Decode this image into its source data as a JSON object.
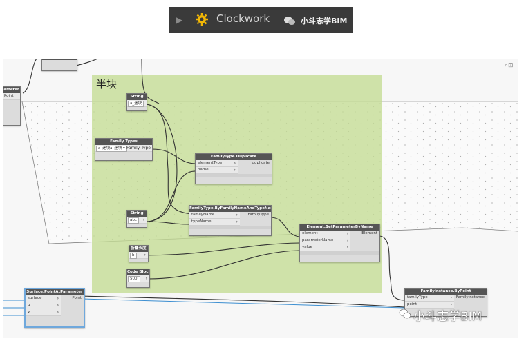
{
  "topbar": {
    "app_title": "Clockwork",
    "brand": "小斗志学BIM",
    "play_icon": "play-icon",
    "gear_icon": "gear-icon",
    "wechat_icon": "wechat-icon"
  },
  "group": {
    "title": "半块"
  },
  "nodes": {
    "partial_top": {
      "title": "",
      "output": ""
    },
    "left_point_node": {
      "title": "ameter",
      "output": "Point"
    },
    "string1": {
      "title": "String",
      "value": "a_迷块"
    },
    "family_types": {
      "title": "Family Types",
      "value": "a_迷块a_迷块 ▾",
      "output": "Family Type"
    },
    "duplicate": {
      "title": "FamilyType.Duplicate",
      "inputs": [
        "elementType",
        "name"
      ],
      "output": "duplicate"
    },
    "string2": {
      "title": "String",
      "value": "abc"
    },
    "by_name": {
      "title": "FamilyType.ByFamilyNameAndTypeName",
      "inputs": [
        "familyName",
        "typeName"
      ],
      "output": "FamilyType"
    },
    "set_param": {
      "title": "Element.SetParameterByName",
      "inputs": [
        "element",
        "parameterName",
        "value"
      ],
      "output": "Element"
    },
    "small_string": {
      "title": "折叠长度",
      "value": "b"
    },
    "code_block": {
      "title": "Code Block",
      "value": "500;"
    },
    "surface_point": {
      "title": "Surface.PointAtParameter",
      "inputs": [
        "surface",
        "u",
        "v"
      ],
      "output": "Point"
    },
    "family_instance": {
      "title": "FamilyInstance.ByPoint",
      "inputs": [
        "familyType",
        "point"
      ],
      "output": "FamilyInstance"
    }
  },
  "watermark": {
    "text": "小斗志学BIM"
  },
  "colors": {
    "group_fill": "#c4dd94",
    "node_header": "#555555",
    "topbar": "#3a3a3a",
    "selection": "#6fa8dc"
  }
}
